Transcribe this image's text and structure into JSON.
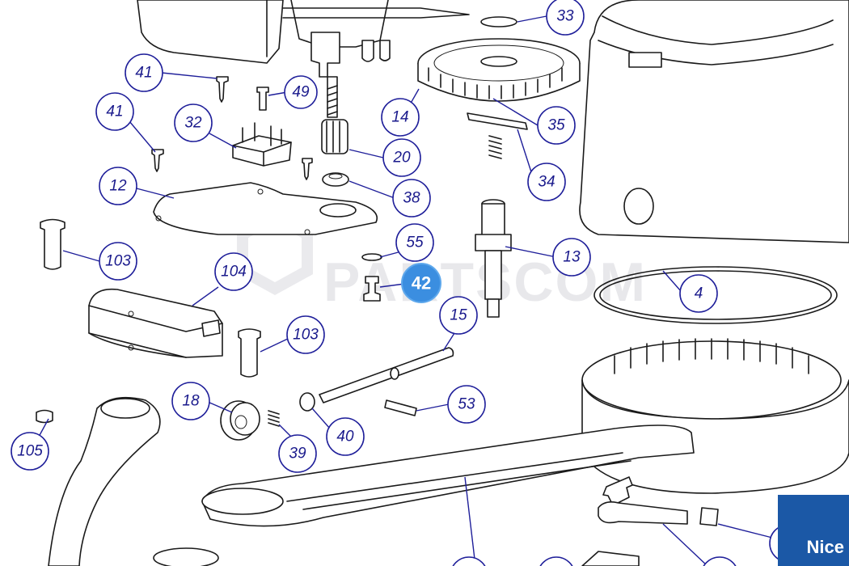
{
  "brand": {
    "logo_text": "Nice",
    "logo_color": "#1b58a6"
  },
  "watermark": {
    "text": "PARTSCOM"
  },
  "highlight": {
    "label": "42",
    "color": "#3b8ee0"
  },
  "callouts": [
    "33",
    "41",
    "49",
    "41",
    "32",
    "14",
    "35",
    "20",
    "34",
    "12",
    "38",
    "55",
    "13",
    "103",
    "104",
    "4",
    "15",
    "103",
    "18",
    "53",
    "40",
    "39",
    "105"
  ],
  "colors": {
    "callout_stroke": "#1f1f9a",
    "callout_text": "#1a1a8c",
    "line": "#1a1a1a"
  }
}
